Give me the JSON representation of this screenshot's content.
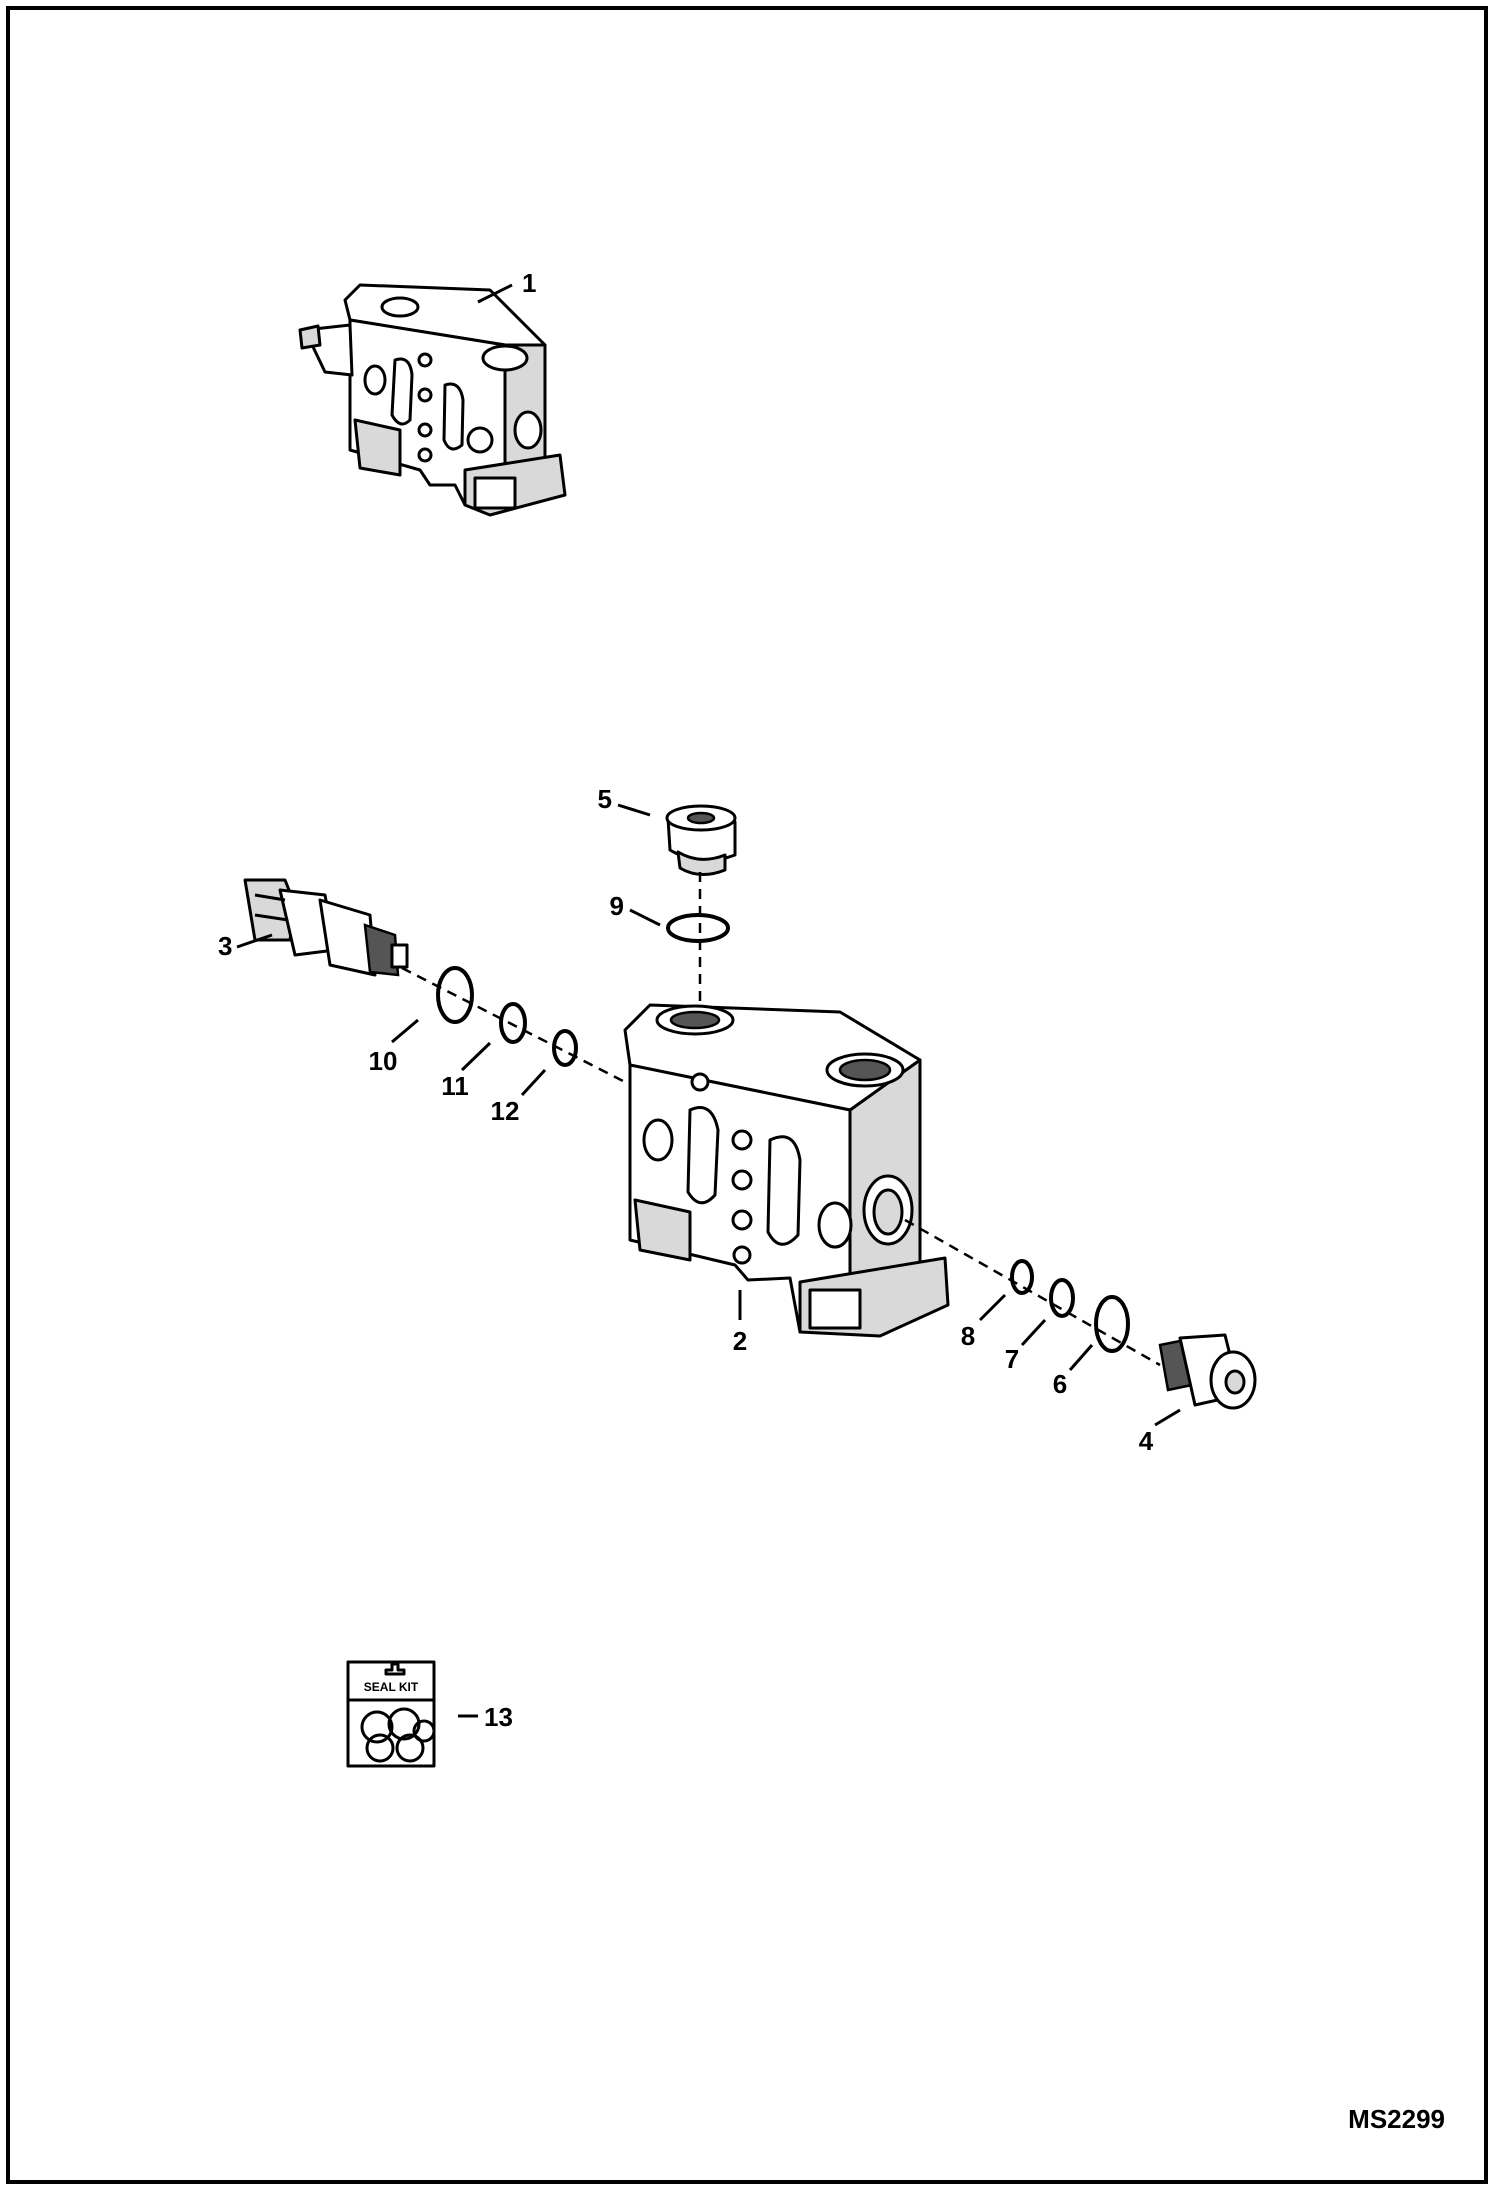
{
  "labels": {
    "l1": "1",
    "l2": "2",
    "l3": "3",
    "l4": "4",
    "l5": "5",
    "l6": "6",
    "l7": "7",
    "l8": "8",
    "l9": "9",
    "l10": "10",
    "l11": "11",
    "l12": "12",
    "l13": "13"
  },
  "seal_kit_text": "SEAL KIT",
  "figure_code": "MS2299"
}
